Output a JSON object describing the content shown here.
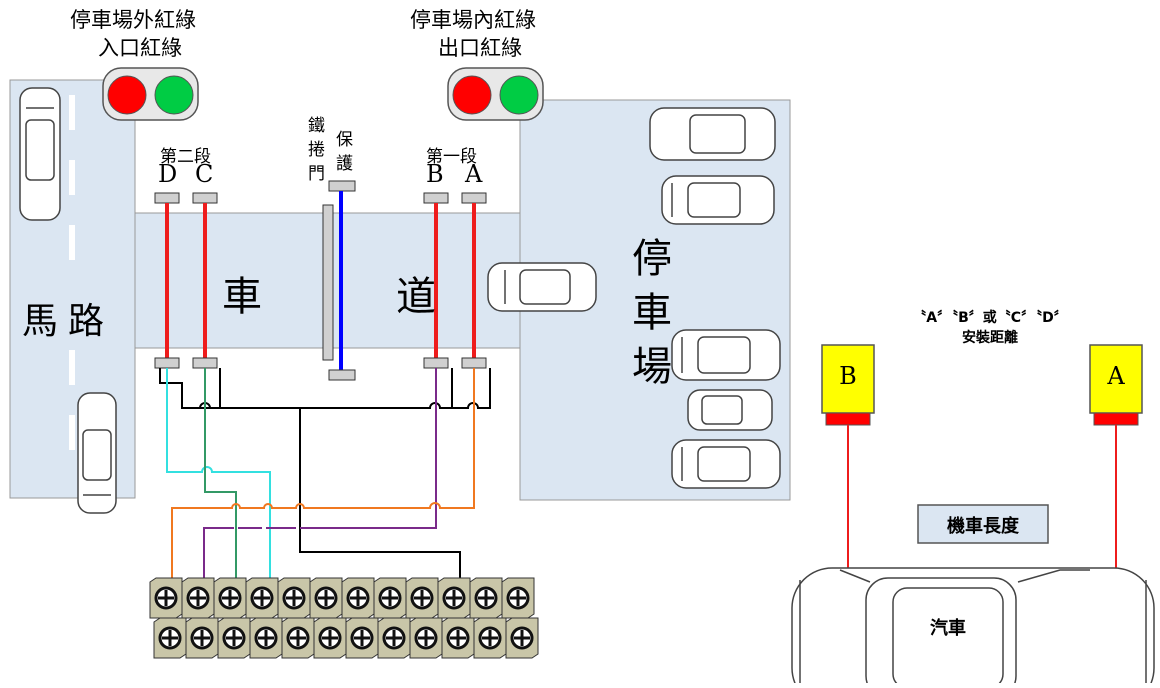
{
  "top_labels": {
    "left_line1": "停車場外紅綠",
    "left_line2": "入口紅綠",
    "right_line1": "停車場內紅綠",
    "right_line2": "出口紅綠"
  },
  "areas": {
    "road": "馬路",
    "lane_left": "車",
    "lane_right": "道",
    "lot": [
      "停",
      "車",
      "場"
    ]
  },
  "door": {
    "label_col1": [
      "鐵",
      "捲",
      "門"
    ],
    "label_col2": [
      "保",
      "護"
    ]
  },
  "sections": {
    "second": "第二段",
    "first": "第一段"
  },
  "sensors": [
    "D",
    "C",
    "B",
    "A"
  ],
  "right_panel": {
    "header_line1": "〝A〞〝B〞或〝C〞〝D〞",
    "header_line2": "安裝距離",
    "sensor_b": "B",
    "sensor_a": "A",
    "length_label": "機車長度",
    "car_label": "汽車"
  },
  "colors": {
    "area_fill": "#dbe6f2",
    "loop_red": "#ee1c1c",
    "door_blue": "#0000ff",
    "wire_cyan": "#33e0e0",
    "wire_green": "#339966",
    "wire_purple": "#7a2a8a",
    "wire_orange": "#f07820",
    "sensor_yellow": "#ffff00",
    "light_red": "#ff0000",
    "light_green": "#00cc44"
  },
  "terminal_block": {
    "columns": 12,
    "rows": 2,
    "icon": "screw-terminal-icon"
  }
}
